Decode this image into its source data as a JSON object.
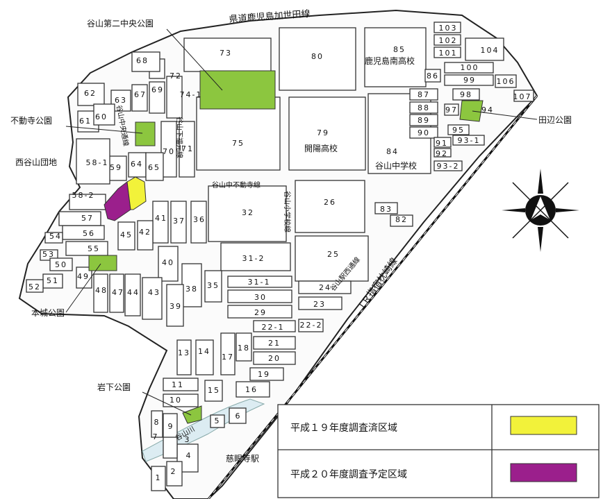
{
  "colors": {
    "park": "#8cc63f",
    "surveyed": "#f2f23a",
    "planned": "#9b1f8c",
    "river": "#dcecf2"
  },
  "roads": {
    "prefectural_road": "県道鹿児島加世田線",
    "jr_line": "ＪＲ指宿枕崎線",
    "road_local1": "谷山中央通線",
    "road_local2": "谷山下福元線",
    "road_local3": "谷山駅西通線",
    "road_local4": "谷山小学校線",
    "road_local5": "谷山中不動寺線",
    "river": "谷山川"
  },
  "parks": {
    "p1": "谷山第二中央公園",
    "p2": "不動寺公園",
    "p3": "田辺公園",
    "p4": "本城公園",
    "p5": "岩下公園"
  },
  "places": {
    "danchi": "西谷山団地",
    "school1": "鹿児島南高校",
    "school2": "開陽高校",
    "school3": "谷山中学校",
    "station": "慈眼寺駅"
  },
  "blocks": {
    "b1": "1",
    "b2": "2",
    "b3": "3",
    "b4": "4",
    "b5": "5",
    "b6": "6",
    "b7": "7",
    "b8": "8",
    "b9": "9",
    "b10": "10",
    "b11": "11",
    "b13": "13",
    "b14": "14",
    "b15": "15",
    "b16": "16",
    "b17": "17",
    "b18": "18",
    "b19": "19",
    "b20": "20",
    "b21": "21",
    "b22_1": "22-1",
    "b22_2": "22-2",
    "b23": "23",
    "b24": "24",
    "b25": "25",
    "b26": "26",
    "b29": "29",
    "b30": "30",
    "b31_1": "31-1",
    "b31_2": "31-2",
    "b32": "32",
    "b35": "35",
    "b36": "36",
    "b37": "37",
    "b38": "38",
    "b39": "39",
    "b40": "40",
    "b41": "41",
    "b42": "42",
    "b43": "43",
    "b44": "44",
    "b45": "45",
    "b47": "47",
    "b48": "48",
    "b49": "49",
    "b50": "50",
    "b51": "51",
    "b52": "52",
    "b53": "53",
    "b54": "54",
    "b55": "55",
    "b56": "56",
    "b57": "57",
    "b58_1": "58-1",
    "b58_2": "58-2",
    "b59": "59",
    "b60": "60",
    "b61": "61",
    "b62": "62",
    "b63": "63",
    "b64": "64",
    "b65": "65",
    "b67": "67",
    "b68": "68",
    "b69": "69",
    "b70": "70",
    "b71": "71",
    "b72": "72",
    "b73": "73",
    "b74_1": "74-1",
    "b75": "75",
    "b79": "79",
    "b80": "80",
    "b82": "82",
    "b83": "83",
    "b84": "84",
    "b85": "85",
    "b86": "86",
    "b87": "87",
    "b88": "88",
    "b89": "89",
    "b90": "90",
    "b91": "91",
    "b92": "92",
    "b93_1": "93-1",
    "b93_2": "93-2",
    "b94": "94",
    "b95": "95",
    "b97": "97",
    "b98": "98",
    "b99": "99",
    "b100": "100",
    "b101": "101",
    "b102": "102",
    "b103": "103",
    "b104": "104",
    "b106": "106",
    "b107": "107"
  },
  "legend": {
    "row1": "平成１９年度調査済区域",
    "row2": "平成２０年度調査予定区域",
    "surveyed_level": 1,
    "planned_level": 1
  },
  "compass": "north-arrow-icon"
}
